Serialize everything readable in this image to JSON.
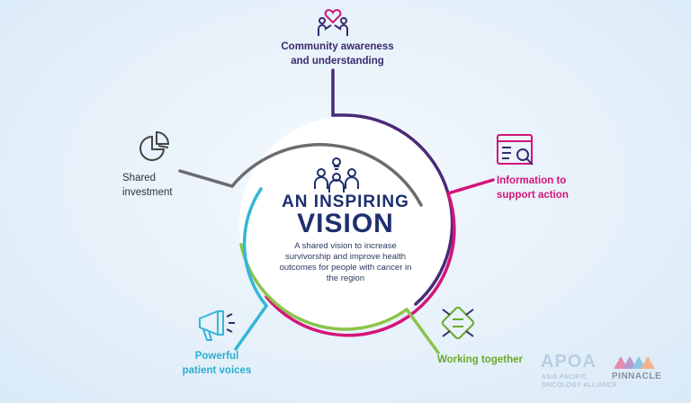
{
  "center": {
    "title_line1": "AN INSPIRING",
    "title_line2": "VISION",
    "description": "A shared vision to increase survivorship and improve health outcomes for people with cancer in the region"
  },
  "nodes": [
    {
      "id": "community",
      "label": "Community awareness\nand understanding",
      "color": "#3a2a6e",
      "icon": "heart-hands-icon"
    },
    {
      "id": "information",
      "label": "Information to\nsupport action",
      "color": "#d4147a",
      "icon": "webpage-search-icon"
    },
    {
      "id": "working",
      "label": "Working together",
      "color": "#6aaa2a",
      "icon": "linked-hands-icon"
    },
    {
      "id": "voices",
      "label": "Powerful\npatient voices",
      "color": "#2aaed0",
      "icon": "megaphone-icon"
    },
    {
      "id": "investment",
      "label": "Shared\ninvestment",
      "color": "#555555",
      "icon": "pie-chart-icon"
    }
  ],
  "logos": {
    "apoa": "APOA",
    "apoa_sub": "ASIA PACIFIC\nONCOLOGY ALLIANCE",
    "pinnacle": "PINNACLE"
  },
  "colors": {
    "navy": "#1d2f6e",
    "grey": "#6b6b70",
    "purple": "#4a2a78",
    "magenta": "#d4147a",
    "green": "#8bc34a",
    "cyan": "#34b7d8"
  }
}
